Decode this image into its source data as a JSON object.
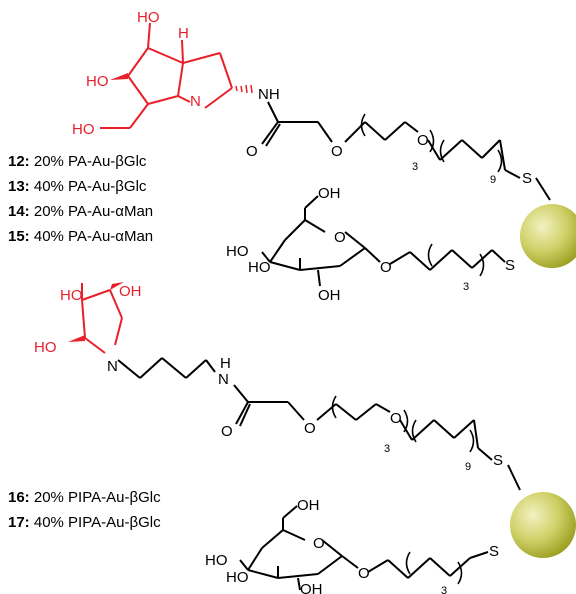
{
  "colors": {
    "iminosugar": "#e8202a",
    "bond": "#000000",
    "gold_nanoparticle_light": "#f2f2c2",
    "gold_nanoparticle_dark": "#9aa021"
  },
  "labels_top": [
    {
      "num": "12:",
      "text": " 20% PA-Au-βGlc"
    },
    {
      "num": "13:",
      "text": " 40% PA-Au-βGlc"
    },
    {
      "num": "14:",
      "text": " 20% PA-Au-αMan"
    },
    {
      "num": "15:",
      "text": " 40% PA-Au-αMan"
    }
  ],
  "labels_bottom": [
    {
      "num": "16:",
      "text": " 20% PIPA-Au-βGlc"
    },
    {
      "num": "17:",
      "text": " 40% PIPA-Au-βGlc"
    }
  ],
  "atoms": {
    "HO": "HO",
    "OH": "OH",
    "H": "H",
    "N": "N",
    "NH": "NH",
    "O": "O",
    "S": "S",
    "n3": "3",
    "n9": "9"
  }
}
